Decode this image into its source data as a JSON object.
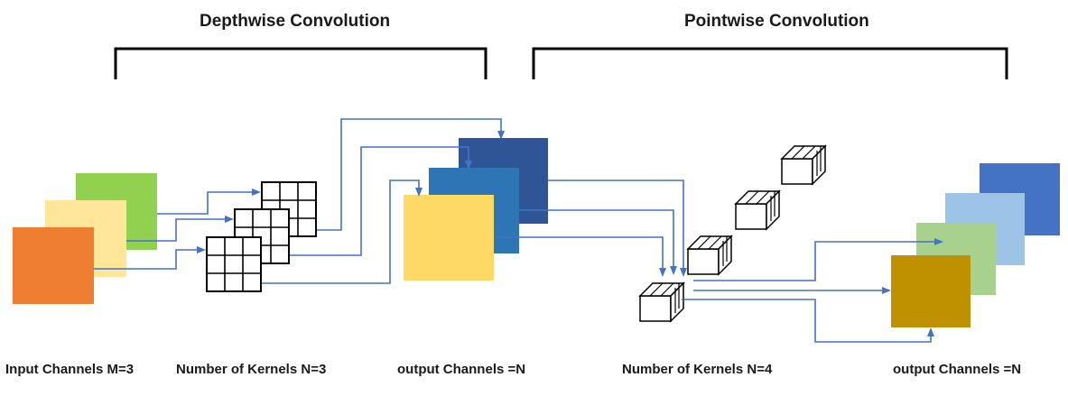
{
  "titles": {
    "depthwise": "Depthwise Convolution",
    "pointwise": "Pointwise Convolution"
  },
  "labels": {
    "input_channels": "Input Channels M=3",
    "kernels_depthwise": "Number of Kernels N=3",
    "output_depthwise": "output Channels =N",
    "kernels_pointwise": "Number of Kernels N=4",
    "output_pointwise": "output Channels =N"
  },
  "colors": {
    "arrow": "#4472C4",
    "input_channels": [
      "#92D050",
      "#FFE699",
      "#ED7D31"
    ],
    "depthwise_outputs": [
      "#2F5597",
      "#2E75B6",
      "#FFD966"
    ],
    "pointwise_outputs": [
      "#4472C4",
      "#9DC3E6",
      "#A9D18E",
      "#BF9000"
    ]
  }
}
